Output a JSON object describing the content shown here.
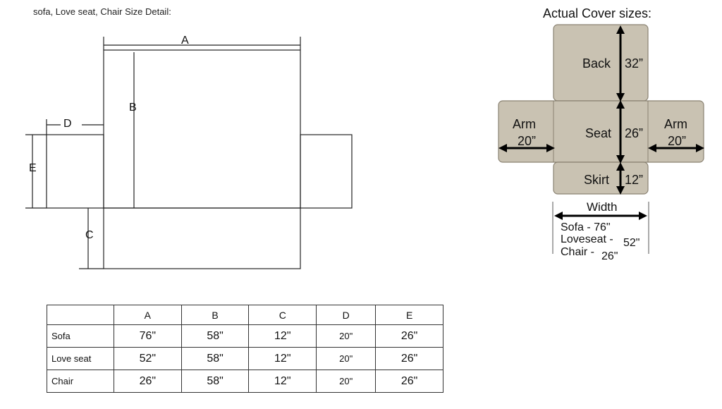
{
  "header": {
    "title": "sofa, Love seat, Chair Size Detail:"
  },
  "diagram_labels": {
    "a": "A",
    "b": "B",
    "c": "C",
    "d": "D",
    "e": "E"
  },
  "cover": {
    "title": "Actual Cover sizes:",
    "back": "Back",
    "back_size": "32”",
    "seat": "Seat",
    "seat_size": "26”",
    "skirt": "Skirt",
    "skirt_size": "12”",
    "arm_left": "Arm",
    "arm_left_size": "20”",
    "arm_right": "Arm",
    "arm_right_size": "20”",
    "width_label": "Width",
    "width_sofa": "Sofa - 76\"",
    "width_loveseat_label": "Loveseat -",
    "width_loveseat_value": "52\"",
    "width_chair_label": "Chair -",
    "width_chair_value": "26\"",
    "fabric_color": "#c9c2b2"
  },
  "table": {
    "headers": [
      "",
      "A",
      "B",
      "C",
      "D",
      "E"
    ],
    "rows": [
      {
        "name": "Sofa",
        "a": "76\"",
        "b": "58\"",
        "c": "12\"",
        "d": "20\"",
        "e": "26\""
      },
      {
        "name": "Love seat",
        "a": "52\"",
        "b": "58\"",
        "c": "12\"",
        "d": "20\"",
        "e": "26\""
      },
      {
        "name": "Chair",
        "a": "26\"",
        "b": "58\"",
        "c": "12\"",
        "d": "20\"",
        "e": "26\""
      }
    ]
  }
}
